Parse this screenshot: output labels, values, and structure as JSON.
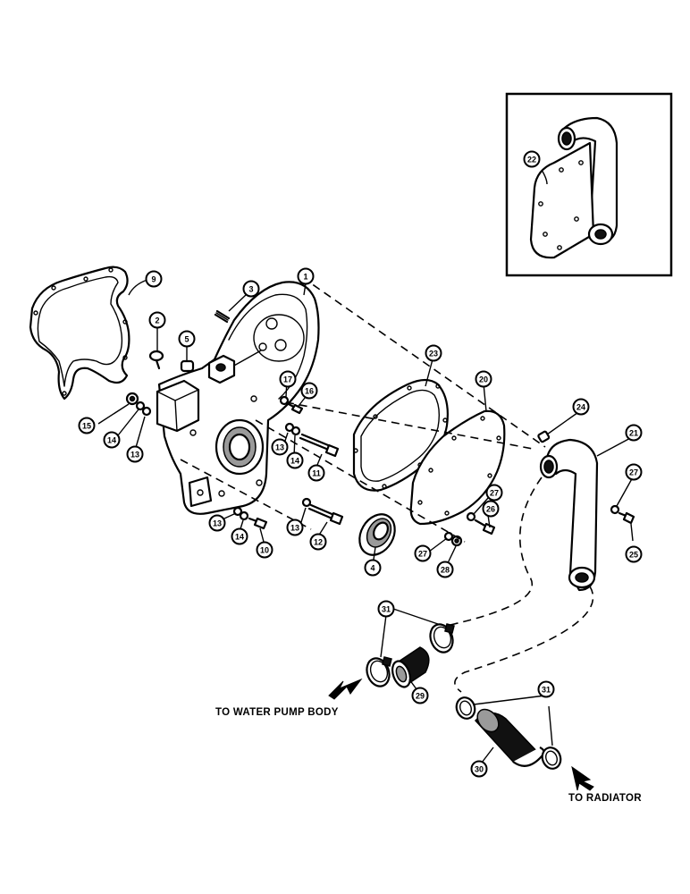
{
  "callouts": {
    "c1": "1",
    "c2": "2",
    "c3": "3",
    "c4": "4",
    "c5": "5",
    "c9": "9",
    "c10": "10",
    "c11": "11",
    "c12": "12",
    "c13a": "13",
    "c13b": "13",
    "c13c": "13",
    "c13d": "13",
    "c14a": "14",
    "c14b": "14",
    "c14c": "14",
    "c15": "15",
    "c16": "16",
    "c17": "17",
    "c20": "20",
    "c21": "21",
    "c22": "22",
    "c23": "23",
    "c24": "24",
    "c25": "25",
    "c26": "26",
    "c27a": "27",
    "c27b": "27",
    "c27c": "27",
    "c28": "28",
    "c29": "29",
    "c30": "30",
    "c31a": "31",
    "c31b": "31"
  },
  "notes": {
    "water_pump": "TO WATER PUMP BODY",
    "radiator": "TO RADIATOR"
  }
}
